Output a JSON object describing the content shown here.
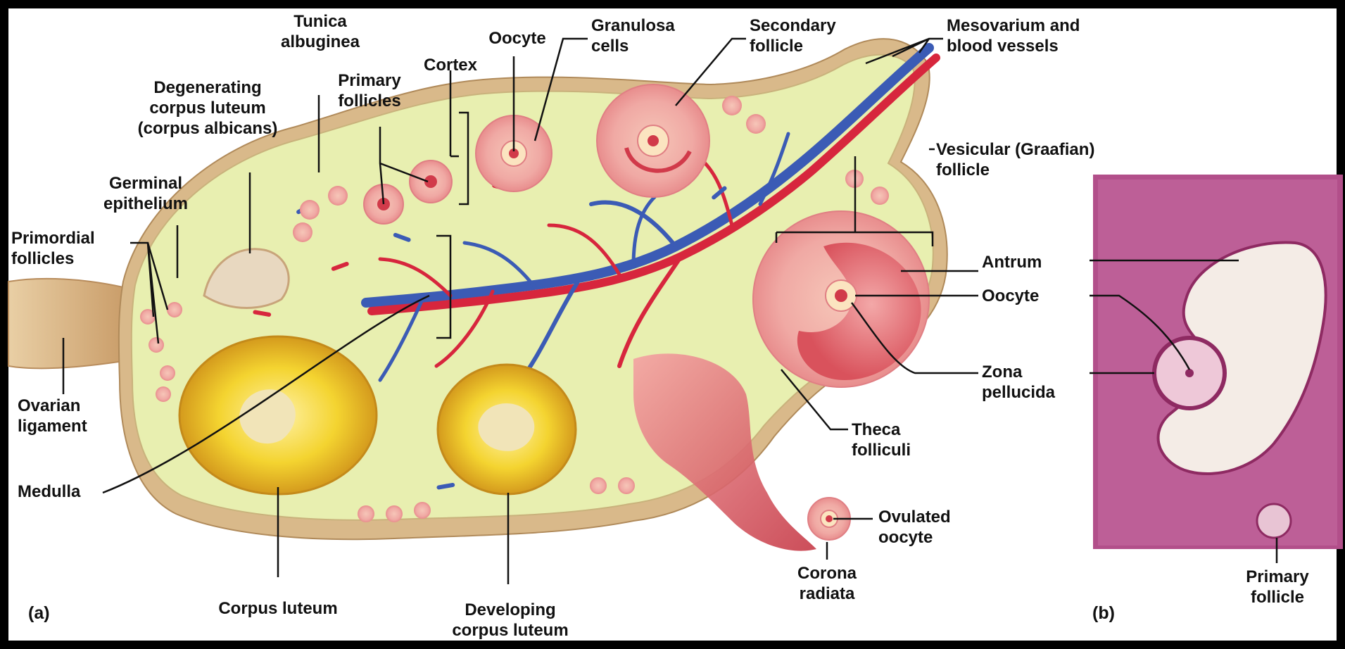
{
  "colors": {
    "ovary_fill": "#e9efb3",
    "ovary_edge": "#c8a77a",
    "ligament": "#d8b486",
    "artery": "#d7263d",
    "vein": "#3b5bb5",
    "follicle_pink": "#f3b2ae",
    "corpus_yellow": "#f2d12e",
    "histology_pink": "#b24f8a",
    "label_text": "#111111"
  },
  "labels": {
    "tunica": "Tunica\nalbuginea",
    "oocyte_top": "Oocyte",
    "granulosa": "Granulosa\ncells",
    "secondary": "Secondary\nfollicle",
    "mesovarium": "Mesovarium and\nblood vessels",
    "cortex": "Cortex",
    "primary_follicles": "Primary\nfollicles",
    "degenerating": "Degenerating\ncorpus luteum\n(corpus albicans)",
    "germinal": "Germinal\nepithelium",
    "primordial": "Primordial\nfollicles",
    "vesicular": "Vesicular (Graafian)\nfollicle",
    "antrum": "Antrum",
    "oocyte_right": "Oocyte",
    "zona": "Zona\npellucida",
    "theca": "Theca\nfolliculi",
    "ovarian_ligament": "Ovarian\nligament",
    "medulla": "Medulla",
    "corpus_luteum": "Corpus luteum",
    "developing": "Developing\ncorpus luteum",
    "ovulated": "Ovulated\noocyte",
    "corona": "Corona\nradiata",
    "primary_follicle_b": "Primary\nfollicle",
    "panel_a": "(a)",
    "panel_b": "(b)"
  }
}
